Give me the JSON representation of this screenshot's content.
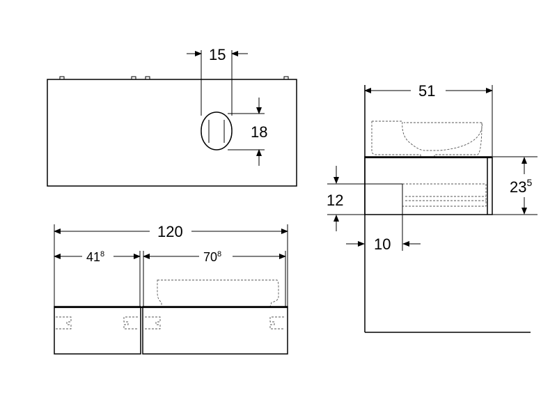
{
  "dimensions": {
    "hole_width": "15",
    "hole_height": "18",
    "total_width": "120",
    "left_section_width": {
      "base": "41",
      "sup": "8"
    },
    "right_section_width": {
      "base": "70",
      "sup": "8"
    },
    "depth": "51",
    "cabinet_height": {
      "base": "23",
      "sup": "5"
    },
    "drawer_height": "12",
    "wall_offset": "10"
  }
}
